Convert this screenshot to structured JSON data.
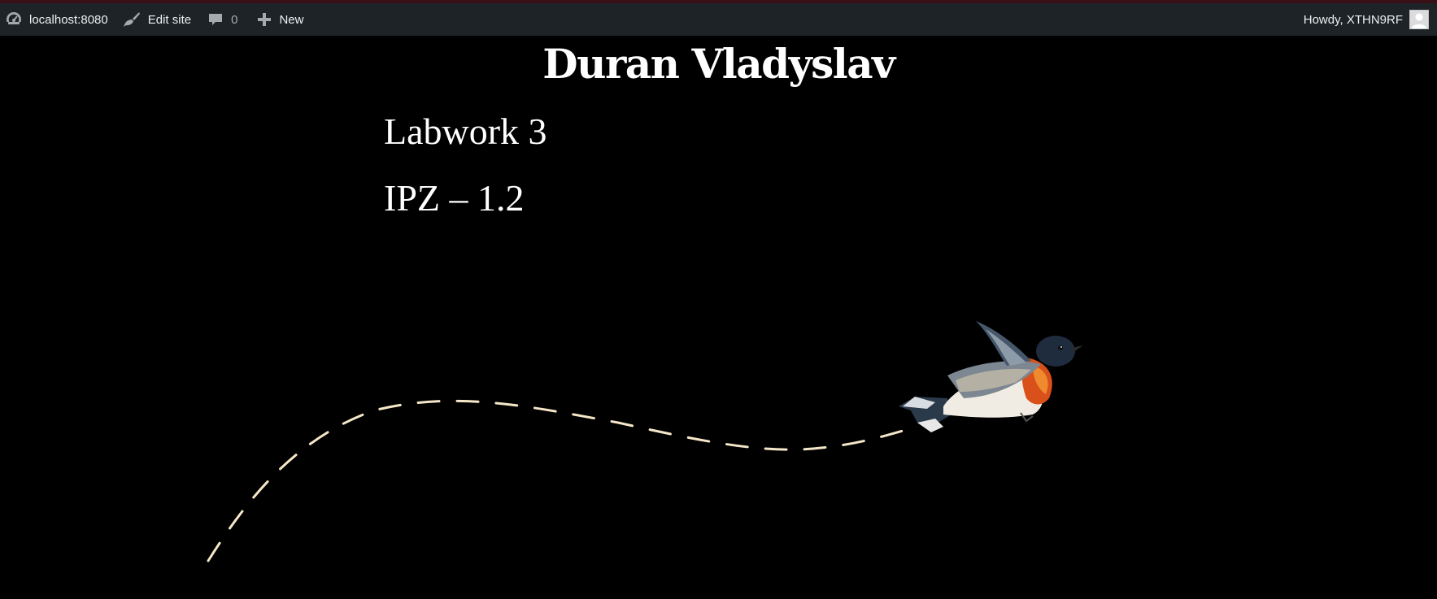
{
  "admin_bar": {
    "site_label": "localhost:8080",
    "edit_label": "Edit site",
    "comments_count": "0",
    "new_label": "New",
    "howdy_label": "Howdy, XTHN9RF",
    "icons": {
      "site": "dashboard-gauge-icon",
      "edit": "paintbrush-icon",
      "comments": "speech-bubble-icon",
      "new": "plus-icon",
      "avatar": "user-avatar-icon"
    },
    "colors": {
      "bar_background": "#1d2327",
      "text": "#f0f0f1",
      "muted": "#a7aaad"
    }
  },
  "page": {
    "site_title": "Duran Vladyslav",
    "lines": [
      "Labwork 3",
      "IPZ – 1.2"
    ],
    "colors": {
      "background": "#000000",
      "text": "#ffffff",
      "path_dash": "#f5e7c8"
    }
  }
}
